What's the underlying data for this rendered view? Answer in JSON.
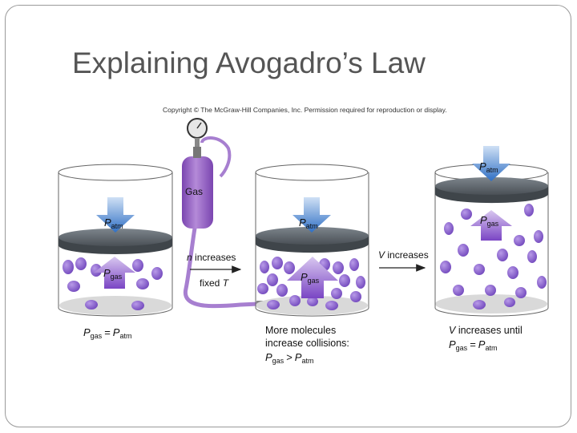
{
  "slide": {
    "title": "Explaining Avogadro’s Law",
    "copyright": "Copyright © The McGraw-Hill Companies, Inc. Permission required for reproduction or display."
  },
  "diagram": {
    "tank_label": "Gas",
    "labels": {
      "P": "P",
      "atm": "atm",
      "gas": "gas",
      "equals": "=",
      "greater": ">"
    },
    "arrow1": {
      "n": "n",
      "increases": " increases",
      "fixed": "fixed ",
      "T": "T"
    },
    "arrow2": {
      "V": "V",
      "increases": " increases"
    },
    "caption_middle": {
      "line1": "More molecules",
      "line2": "increase collisions:"
    },
    "caption_right": {
      "V": "V",
      "line1": " increases until"
    }
  },
  "colors": {
    "arrow_blue": "#3a78c8",
    "piston": "#555b60",
    "molecule": "#7a4fc0",
    "tank": "#8e5bbf",
    "gas_arrow": "#8c5ac8"
  }
}
